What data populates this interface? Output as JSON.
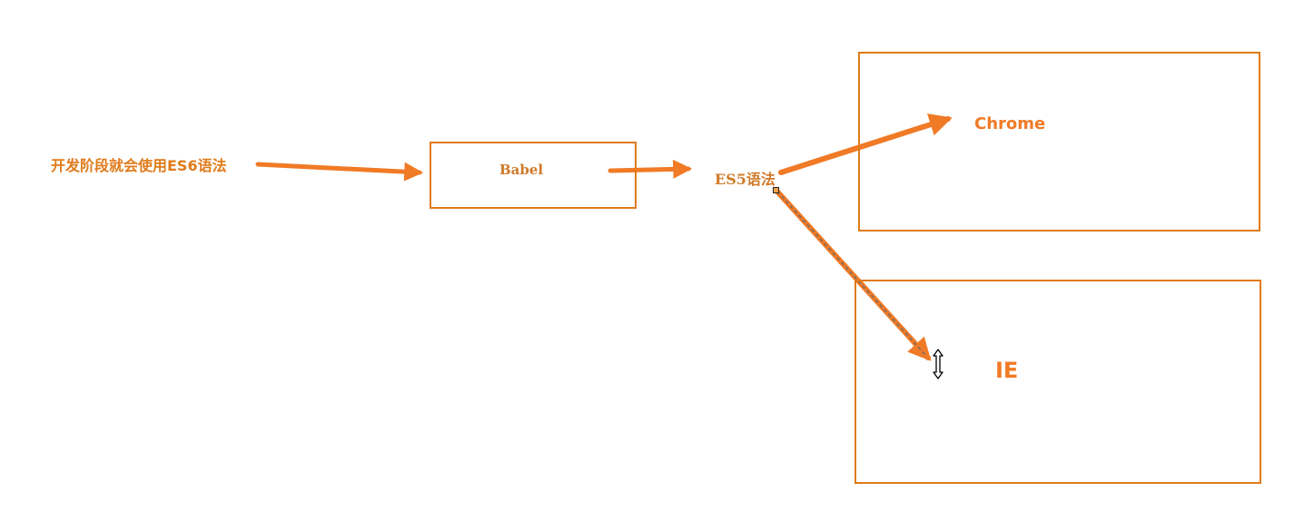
{
  "diagram": {
    "source_text": "开发阶段就会使用ES6语法",
    "compiler_label": "Babel",
    "output_text": "ES5语法",
    "targets": {
      "chrome_label": "Chrome",
      "ie_label": "IE"
    }
  },
  "colors": {
    "accent": "#f07a26",
    "box_border": "#e07b1a",
    "text_orange": "#d07a2a",
    "selection_dash": "#6b6b6b"
  },
  "icons": {
    "cursor": "vertical-resize-cursor-icon",
    "handle": "selection-handle-icon"
  }
}
